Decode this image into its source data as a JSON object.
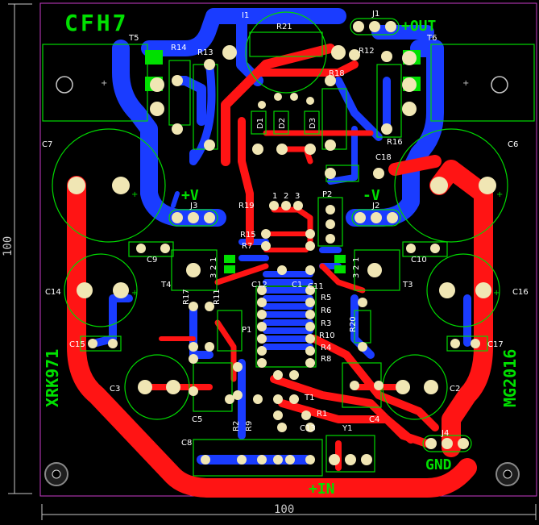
{
  "board": {
    "title": "CFH7",
    "left_tag": "XRK971",
    "right_tag": "MG2016",
    "dim_width": "100",
    "dim_height": "100"
  },
  "labels": {
    "plus_out": "+OUT",
    "plus_v": "+V",
    "minus_v": "-V",
    "gnd": "GND",
    "plus_in": "+IN"
  },
  "refs": {
    "J1": "J1",
    "J2": "J2",
    "J3": "J3",
    "J4": "J4",
    "T1": "T1",
    "T3": "T3",
    "T4": "T4",
    "T5": "T5",
    "T6": "T6",
    "C1": "C1",
    "C2": "C2",
    "C3": "C3",
    "C4": "C4",
    "C5": "C5",
    "C6": "C6",
    "C7": "C7",
    "C8": "C8",
    "C9": "C9",
    "C10": "C10",
    "C11": "C11",
    "C12": "C12",
    "C13": "C13",
    "C14": "C14",
    "C15": "C15",
    "C16": "C16",
    "C17": "C17",
    "C18": "C18",
    "R1": "R1",
    "R2": "R2",
    "R3": "R3",
    "R4": "R4",
    "R5": "R5",
    "R6": "R6",
    "R7": "R7",
    "R8": "R8",
    "R9": "R9",
    "R10": "R10",
    "R11": "R11",
    "R12": "R12",
    "R13": "R13",
    "R14": "R14",
    "R15": "R15",
    "R16": "R16",
    "R17": "R17",
    "R18": "R18",
    "R19": "R19",
    "R20": "R20",
    "R21": "R21",
    "D1": "D1",
    "D2": "D2",
    "D3": "D3",
    "P1": "P1",
    "P2": "P2",
    "I1": "I1",
    "Y1": "Y1",
    "plus": "+",
    "n1": "1",
    "n2": "2",
    "n3": "3"
  },
  "colors": {
    "bottom_copper": "#1a3cff",
    "top_copper": "#ff1414",
    "silkscreen": "#00d800",
    "pad": "#f0e6b4",
    "dimension": "#c8c8c8",
    "outline": "#c83cc8"
  }
}
